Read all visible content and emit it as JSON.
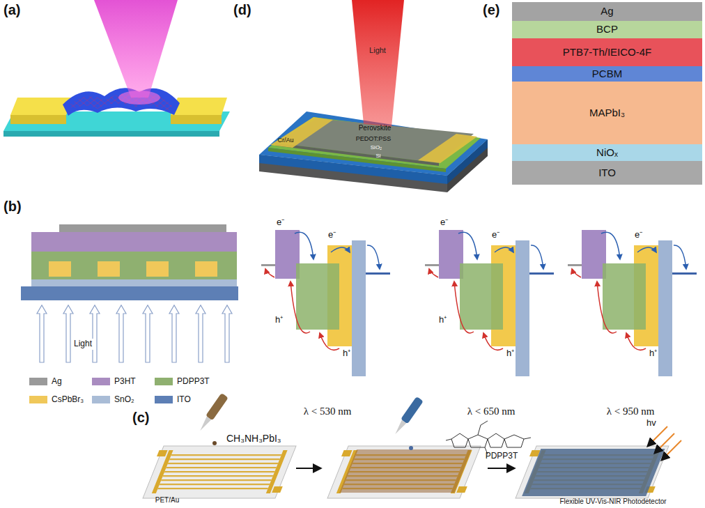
{
  "diagram": {
    "nodes": [
      {
        "text": [
          "Ag"
        ]
      },
      {
        "text": [
          "BCP"
        ]
      },
      {
        "text": [
          "PTB7-Th/IEICO-4F"
        ]
      },
      {
        "text": [
          "PCBM"
        ]
      },
      {
        "text": [
          "MAPbI₃"
        ]
      },
      {
        "text": [
          "NiOₓ"
        ]
      },
      {
        "text": [
          "ITO"
        ]
      }
    ],
    "labels": [
      "(a)",
      "(d)",
      "(e)",
      "Light",
      "Perovskite",
      "Cr/Au",
      "PEDOT:PSS",
      "SiO₂",
      "Si",
      "(b)",
      "Light",
      "e⁻",
      "e⁻",
      "h⁺",
      "h⁺",
      "e⁻",
      "e⁻",
      "h⁺",
      "h⁺",
      "e⁻",
      "h⁺",
      "λ < 530 nm",
      "λ < 650 nm",
      "λ < 950 nm",
      "(c)",
      "CH₃NH₃PbI₃",
      "PDPP3T",
      "PET/Au",
      "Flexible UV-Vis-NIR Photodetector",
      "hv"
    ],
    "legend": [
      {
        "text": "Ag",
        "color": "#9a9a9a"
      },
      {
        "text": "P3HT",
        "color": "#a98cc0"
      },
      {
        "text": "PDPP3T",
        "color": "#8fb070"
      },
      {
        "text": "CsPbBr₃",
        "color": "#f0c85a"
      },
      {
        "text": "SnO₂",
        "color": "#a9bcd6"
      },
      {
        "text": "ITO",
        "color": "#5d7fb5"
      }
    ]
  }
}
